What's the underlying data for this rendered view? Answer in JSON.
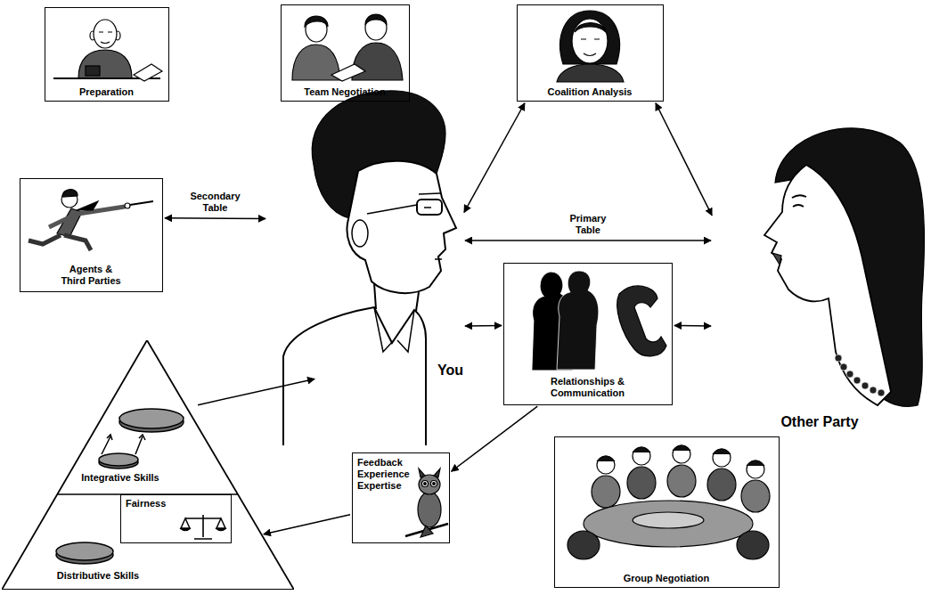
{
  "diagram": {
    "nodes": [
      {
        "text": [
          "Preparation"
        ]
      },
      {
        "text": [
          "Team Negotiation"
        ]
      },
      {
        "text": [
          "Coalition Analysis"
        ]
      },
      {
        "text": [
          "Agents & Third Parties"
        ]
      },
      {
        "text": [
          "You"
        ]
      },
      {
        "text": [
          "Relationships & Communication"
        ]
      },
      {
        "text": [
          "Other Party"
        ]
      },
      {
        "text": [
          "Integrative Skills",
          "Distributive Skills"
        ]
      },
      {
        "text": [
          "Fairness"
        ],
        "in": 7
      },
      {
        "text": [
          "Feedback Experience Expertise"
        ]
      },
      {
        "text": [
          "Group Negotiation"
        ]
      }
    ],
    "edges": [
      {
        "from": 3,
        "to": 4,
        "label": "Secondary Table",
        "arrow": "both"
      },
      {
        "from": 4,
        "to": 6,
        "label": "Primary Table",
        "arrow": "both"
      },
      {
        "from": 2,
        "to": 4,
        "arrow": "both"
      },
      {
        "from": 2,
        "to": 6,
        "arrow": "both"
      },
      {
        "from": 4,
        "to": 5,
        "arrow": "both"
      },
      {
        "from": 5,
        "to": 6,
        "arrow": "both"
      },
      {
        "from": 5,
        "to": 9,
        "arrow": "to"
      },
      {
        "from": 9,
        "to": 7,
        "arrow": "to"
      },
      {
        "from": 7,
        "to": 4,
        "arrow": "to"
      }
    ]
  }
}
